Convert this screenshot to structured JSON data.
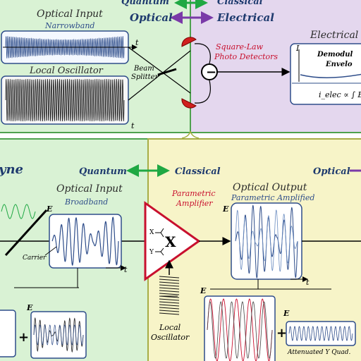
{
  "top": {
    "quantum": "Quantum",
    "classical": "Classical",
    "optical": "Optical",
    "electrical": "Electrical",
    "optical_input_title": "Optical Input",
    "optical_input_sub": "Narrowband",
    "local_osc_title": "Local Oscillator",
    "beam_splitter_1": "Beam",
    "beam_splitter_2": "Splitter",
    "detectors_1": "Square-Law",
    "detectors_2": "Photo Detectors",
    "electrical_out": "Electrical O",
    "demod_1": "Demodul",
    "demod_2": "Envelo",
    "formula": "i_elec ∝ ∫ E_in",
    "axis_t": "t",
    "axis_I": "I"
  },
  "bottom": {
    "heading_partial": "yne",
    "quantum": "Quantum",
    "classical": "Classical",
    "optical": "Optical",
    "optical_input_title": "Optical Input",
    "optical_input_sub": "Broadband",
    "carrier": "Carrier",
    "param_amp_1": "Parametric",
    "param_amp_2": "Amplifier",
    "optical_output_title": "Optical Output",
    "optical_output_sub": "Parametric Amplified",
    "local_osc_1": "Local",
    "local_osc_2": "Oscillator",
    "attenuated": "Attenuated Y Quad.",
    "amp_x": "X",
    "amp_y": "Y",
    "axis_E": "E",
    "axis_t": "t",
    "plus": "+"
  },
  "colors": {
    "green_bg": "#d9f2d4",
    "purple_bg": "#e4d7ee",
    "yellow_bg": "#f7f4c8",
    "border_green": "#4ea24e",
    "arrow_green": "#1fa843",
    "arrow_purple": "#7a3aa8",
    "red": "#c8102e",
    "signal_blue": "#2e4d8a"
  }
}
